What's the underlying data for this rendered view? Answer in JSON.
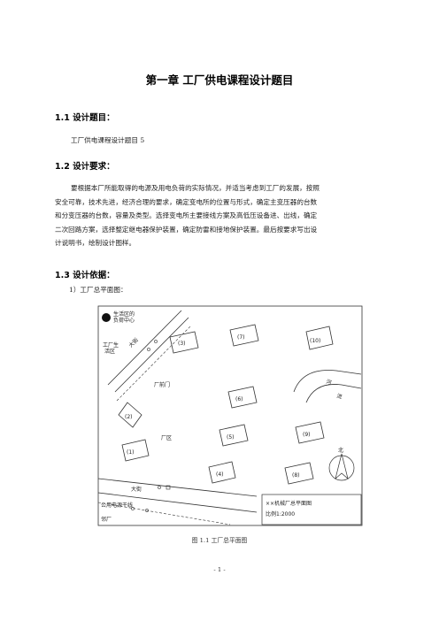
{
  "chapter_title": "第一章  工厂供电课程设计题目",
  "sections": {
    "s1": {
      "heading": "1.1  设计题目：",
      "text": "工厂供电课程设计题目 5"
    },
    "s2": {
      "heading": "1.2  设计要求：",
      "lines": [
        "要根据本厂所能取得的电源及用电负荷的实际情况，并适当考虑到工厂的发展，按照",
        "安全可靠，技术先进，经济合理的要求，确定变电所的位置与形式，确定主变压器的台数",
        "和分变压器的台数，容量及类型。选择变电所主要接线方案及高低压设备进、出线，确定",
        "二次回路方案，选择整定继电器保护装置，确定防雷和接地保护装置。最后按要求写出设",
        "计说明书，绘制设计图样。"
      ]
    },
    "s3": {
      "heading": "1.3  设计依据：",
      "item": "1）工厂总平面图："
    }
  },
  "plan": {
    "labels": {
      "load_center": "生活区的\n负荷中心",
      "living_area": "工厂生\n活区",
      "street_top": "大街",
      "factory_gate": "厂前门",
      "factory_area": "厂区",
      "street_bottom": "大街",
      "public_line": "公用电源干线",
      "neighbor": "邻厂",
      "river": "河流",
      "north": "北",
      "title": "××机械厂总平面图",
      "scale": "比例1:2000"
    },
    "buildings": [
      "(1)",
      "(2)",
      "(3)",
      "(4)",
      "(5)",
      "(6)",
      "(7)",
      "(8)",
      "(9)",
      "(10)"
    ]
  },
  "figure_caption": "图 1.1  工厂总平面图",
  "page_number": "- 1 -"
}
